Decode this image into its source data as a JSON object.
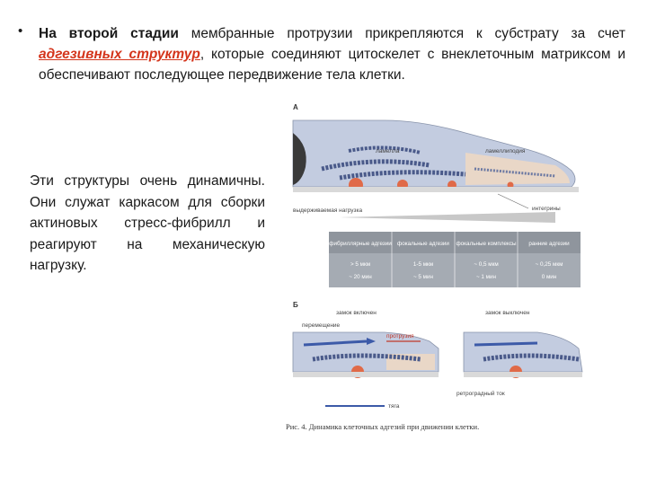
{
  "bullet": {
    "symbol": "•",
    "lead_bold": "На второй стадии",
    "part1": " мембранные протрузии прикрепляются к субстрату за счет ",
    "highlight": "адгезивных структур",
    "part2": ", которые соединяют цитоскелет с внеклеточным матриксом и обеспечивают последующее передвижение тела клетки."
  },
  "side_text": "Эти структуры очень динамичны. Они служат каркасом для сборки актиновых стресс-фибрилл и реагируют на механическую нагрузку.",
  "figure": {
    "panel_a": "А",
    "panel_b": "Б",
    "label_lamella": "ламелла",
    "label_lamellipodium": "ламеллиподия",
    "label_integrins": "интегрины",
    "label_load": "выдерживаемая нагрузка",
    "table": [
      {
        "name": "фибриллярные адгезии",
        "size": "> 5 мкм",
        "time": "~ 20 мин"
      },
      {
        "name": "фокальные адгезии",
        "size": "1-5 мкм",
        "time": "~ 5 мин"
      },
      {
        "name": "фокальные комплексы",
        "size": "~ 0,5 мкм",
        "time": "~ 1 мин"
      },
      {
        "name": "ранние адгезии",
        "size": "~ 0,25 мкм",
        "time": "0 мин"
      }
    ],
    "label_lock_on": "замок включен",
    "label_lock_off": "замок выключен",
    "label_movement": "перемещение",
    "label_protrusion": "протрузия",
    "label_traction": "тяга",
    "label_retrograde": "ретроградный ток",
    "caption": "Рис. 4. Динамика клеточных адгезий при движении клетки.",
    "colors": {
      "cell_body": "#b9c4d6",
      "actin": "#4a5a8a",
      "adhesion": "#c0392b",
      "table_header": "#9aa0a6",
      "table_dark": "#a5abb3"
    }
  }
}
